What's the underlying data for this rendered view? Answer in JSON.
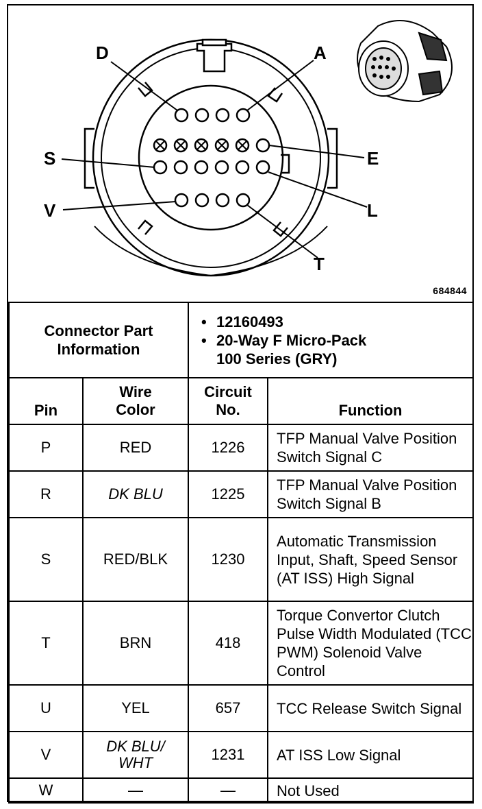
{
  "figure_id": "684844",
  "diagram": {
    "labels": {
      "D": "D",
      "A": "A",
      "S": "S",
      "E": "E",
      "V": "V",
      "L": "L",
      "T": "T"
    }
  },
  "connector_info": {
    "heading": "Connector Part Information",
    "part_number": "12160493",
    "description_line1": "20-Way F Micro-Pack",
    "description_line2": "100 Series (GRY)"
  },
  "table": {
    "headers": {
      "pin": "Pin",
      "wire_color": "Wire Color",
      "circuit": "Circuit No.",
      "function": "Function"
    },
    "rows": [
      {
        "pin": "P",
        "color": "RED",
        "circuit": "1226",
        "function": "TFP Manual Valve Position Switch Signal C"
      },
      {
        "pin": "R",
        "color": "DK BLU",
        "circuit": "1225",
        "function": "TFP Manual Valve Position Switch Signal B"
      },
      {
        "pin": "S",
        "color": "RED/BLK",
        "circuit": "1230",
        "function": "Automatic Transmission Input, Shaft, Speed Sensor (AT ISS) High Signal"
      },
      {
        "pin": "T",
        "color": "BRN",
        "circuit": "418",
        "function": "Torque Convertor Clutch Pulse Width Modulated (TCC PWM) Solenoid Valve Control"
      },
      {
        "pin": "U",
        "color": "YEL",
        "circuit": "657",
        "function": "TCC Release Switch Signal"
      },
      {
        "pin": "V",
        "color": "DK BLU/ WHT",
        "circuit": "1231",
        "function": "AT ISS Low Signal"
      },
      {
        "pin": "W",
        "color": "—",
        "circuit": "—",
        "function": "Not Used"
      }
    ]
  }
}
